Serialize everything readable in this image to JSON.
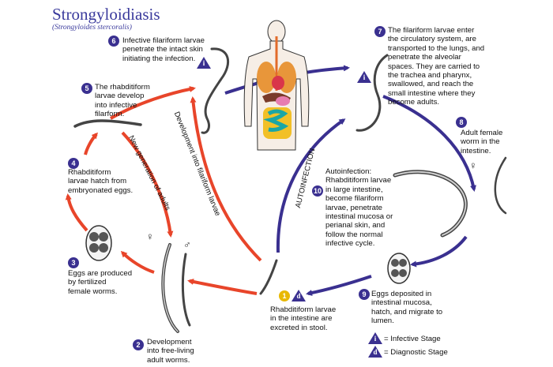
{
  "title": "Strongyloidiasis",
  "subtitle": "(Strongyloides stercoralis)",
  "steps": [
    {
      "n": "1",
      "text": "Rhabditiform larvae\nin the intestine are\nexcreted in stool."
    },
    {
      "n": "2",
      "text": "Development\ninto free-living\nadult worms."
    },
    {
      "n": "3",
      "text": "Eggs are produced\nby fertilized\nfemale worms."
    },
    {
      "n": "4",
      "text": "Rhabditiform\nlarvae hatch from\nembryonated eggs."
    },
    {
      "n": "5",
      "text": "The rhabditiform\nlarvae develop\ninto infective\nfilarform."
    },
    {
      "n": "6",
      "text": "Infective filariform larvae\npenetrate the intact skin\ninitiating the infection."
    },
    {
      "n": "7",
      "text": "The filariform larvae enter\nthe circulatory system, are\ntransported to the lungs, and\npenetrate the alveolar\nspaces.  They are carried to\nthe trachea and pharynx,\nswallowed, and reach the\nsmall intestine where they\nbecome adults."
    },
    {
      "n": "8",
      "text": "Adult female\nworm in the\nintestine."
    },
    {
      "n": "9",
      "text": "Eggs deposited in\nintestinal mucosa,\nhatch, and migrate to\nlumen."
    },
    {
      "n": "10",
      "text": "Autoinfection:\nRhabditiform larvae\nin large intestine,\nbecome filariform\nlarvae, penetrate\nintestinal mucosa or\nperianal skin, and\nfollow the normal\ninfective cycle."
    }
  ],
  "arrow_labels": {
    "new_generation": "New generation of adults",
    "development": "Development into filariform larvae",
    "autoinfection": "AUTOINFECTION"
  },
  "symbols": {
    "female": "♀",
    "male": "♂"
  },
  "legend": {
    "infective_letter": "i",
    "infective": "= Infective Stage",
    "diagnostic_letter": "d",
    "diagnostic": "= Diagnostic Stage"
  },
  "colors": {
    "red_arrow": "#e8452a",
    "blue_arrow": "#3a3090",
    "title": "#3a3a9c",
    "badge_yellow": "#e8b800"
  },
  "icons": [
    "human-body-organs-icon",
    "filariform-larva-icon",
    "rhabditiform-larva-icon",
    "egg-cluster-icon",
    "adult-worm-icon"
  ]
}
